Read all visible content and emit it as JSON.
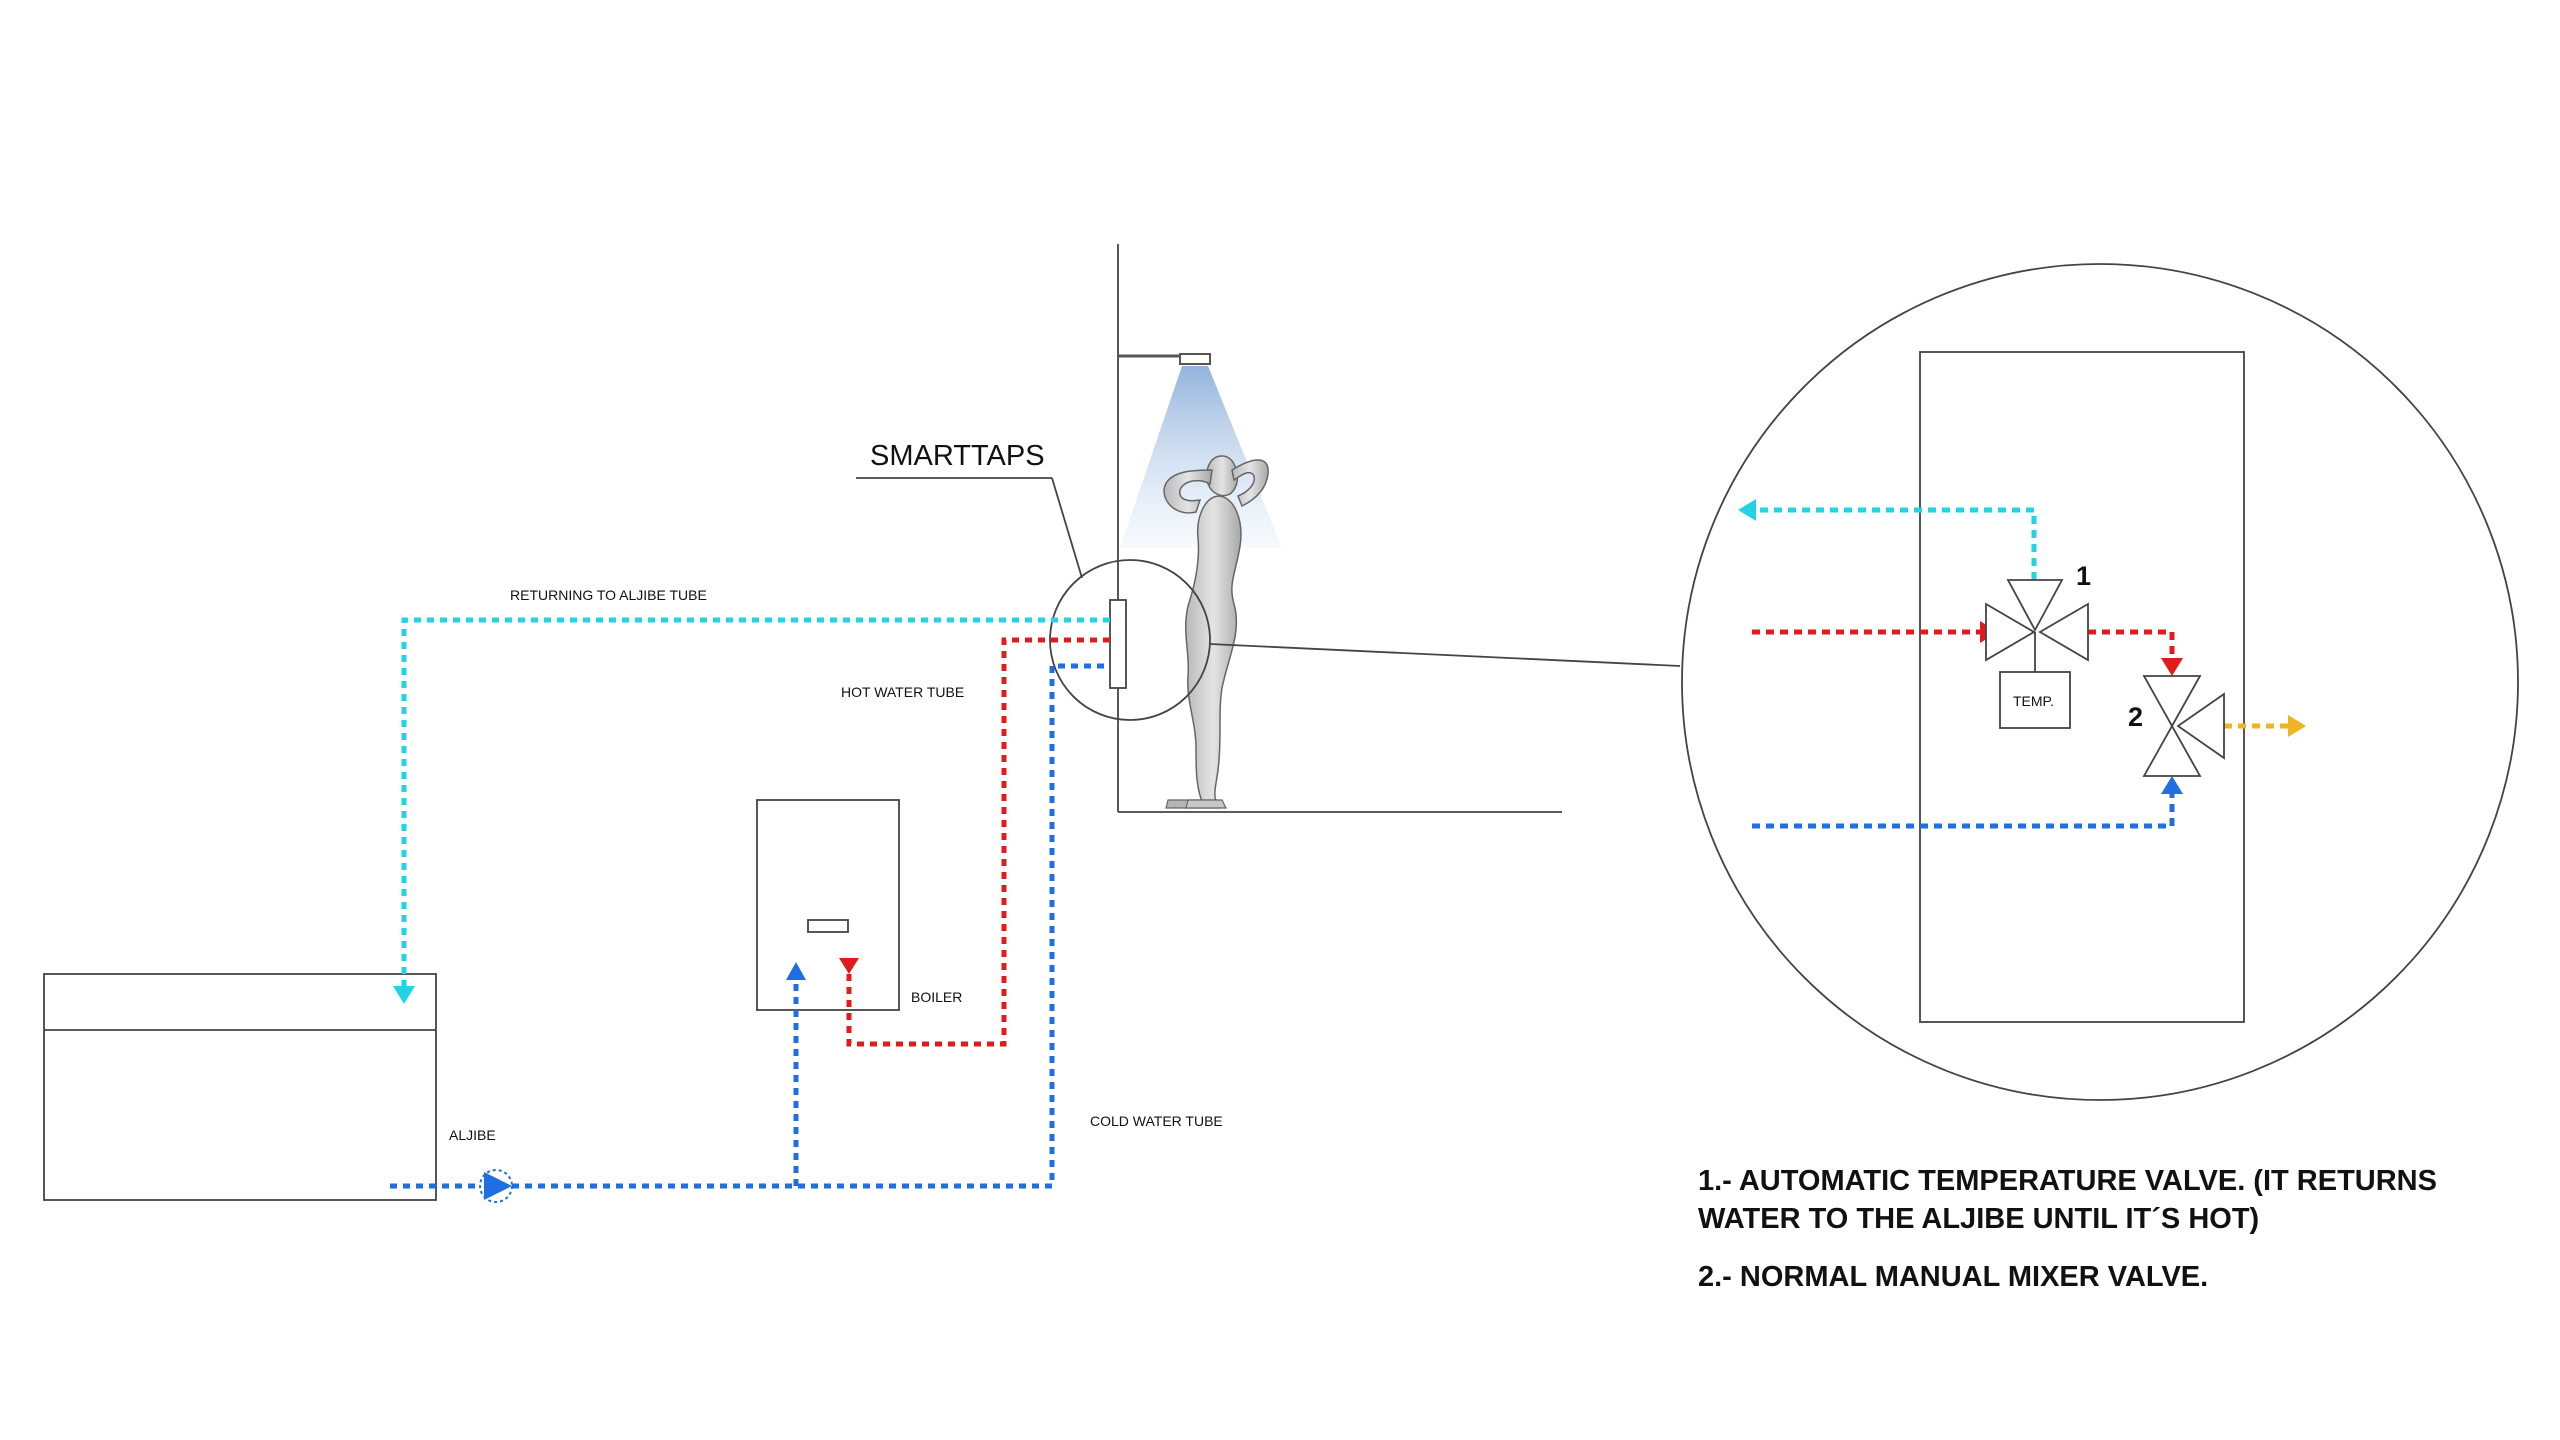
{
  "labels": {
    "smarttaps": "SMARTTAPS",
    "returning_tube": "RETURNING TO ALJIBE TUBE",
    "hot_water_tube": "HOT WATER TUBE",
    "cold_water_tube": "COLD WATER TUBE",
    "boiler": "BOILER",
    "aljibe": "ALJIBE",
    "temp": "TEMP.",
    "valve_1": "1",
    "valve_2": "2"
  },
  "legend": {
    "item_1": "1.- AUTOMATIC TEMPERATURE VALVE. (IT RETURNS WATER TO THE ALJIBE UNTIL IT´S HOT)",
    "item_2": "2.- NORMAL MANUAL MIXER VALVE."
  },
  "colors": {
    "return_pipe": "#22d3e6",
    "hot_pipe": "#e01b1b",
    "cold_pipe": "#1f6fe0",
    "mixed_output": "#f0b323",
    "outline": "#444444"
  }
}
